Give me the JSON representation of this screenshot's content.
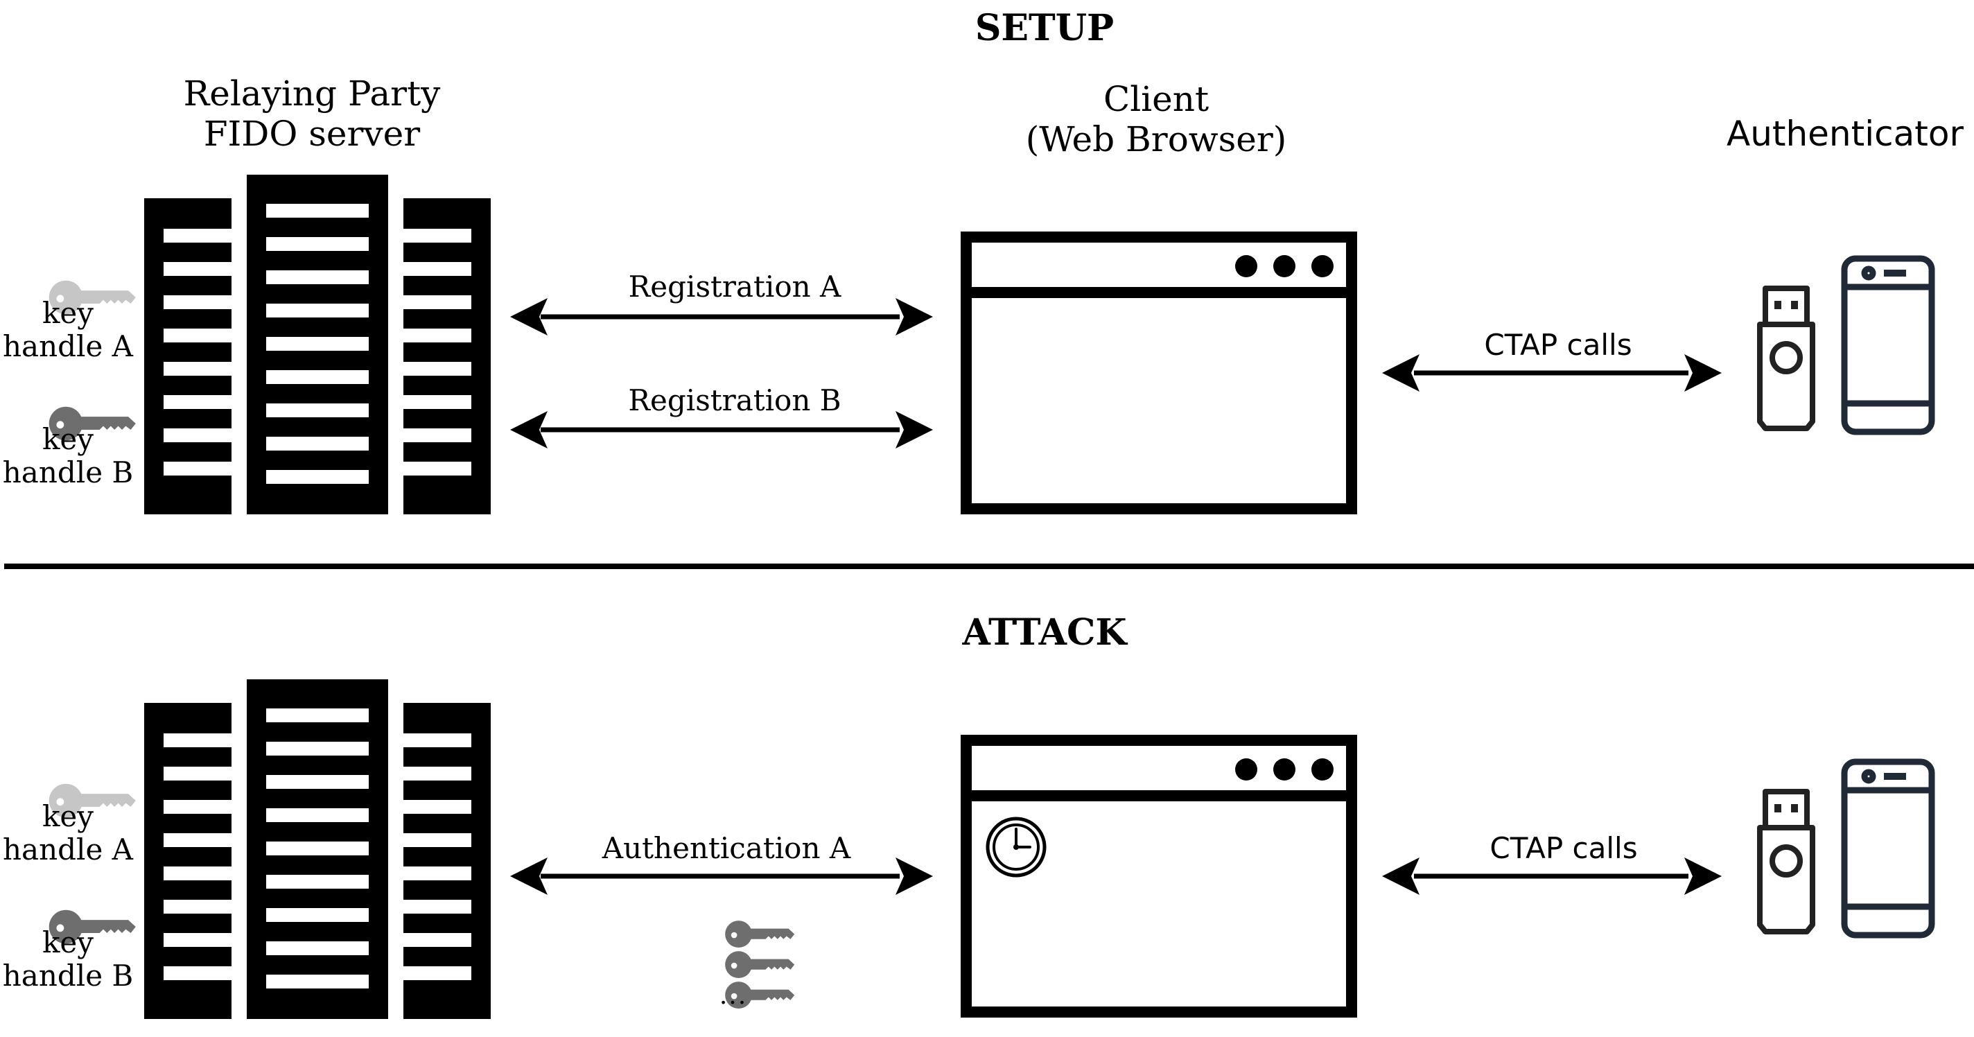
{
  "setup": {
    "title": "SETUP",
    "relying_party": {
      "line1": "Relaying Party",
      "line2": "FIDO server"
    },
    "client": {
      "line1": "Client",
      "line2": "(Web Browser)"
    },
    "authenticator": {
      "label": "Authenticator"
    },
    "key_a": {
      "line1": "key",
      "line2": "handle A"
    },
    "key_b": {
      "line1": "key",
      "line2": "handle B"
    },
    "arrow_registration_a": "Registration A",
    "arrow_registration_b": "Registration B",
    "arrow_ctap": "CTAP calls"
  },
  "attack": {
    "title": "ATTACK",
    "key_a": {
      "line1": "key",
      "line2": "handle A"
    },
    "key_b": {
      "line1": "key",
      "line2": "handle B"
    },
    "arrow_authentication_a": "Authentication A",
    "arrow_ctap": "CTAP calls",
    "ellipsis": "..."
  },
  "colors": {
    "ink": "#000000",
    "key_light": "#c6c6c6",
    "key_dark": "#6e6e6e",
    "device": "#1f2a36"
  },
  "icons": {
    "server": "server-rack-icon",
    "browser": "browser-window-icon",
    "usb": "usb-key-icon",
    "phone": "smartphone-icon",
    "key": "key-icon",
    "clock": "clock-icon"
  }
}
